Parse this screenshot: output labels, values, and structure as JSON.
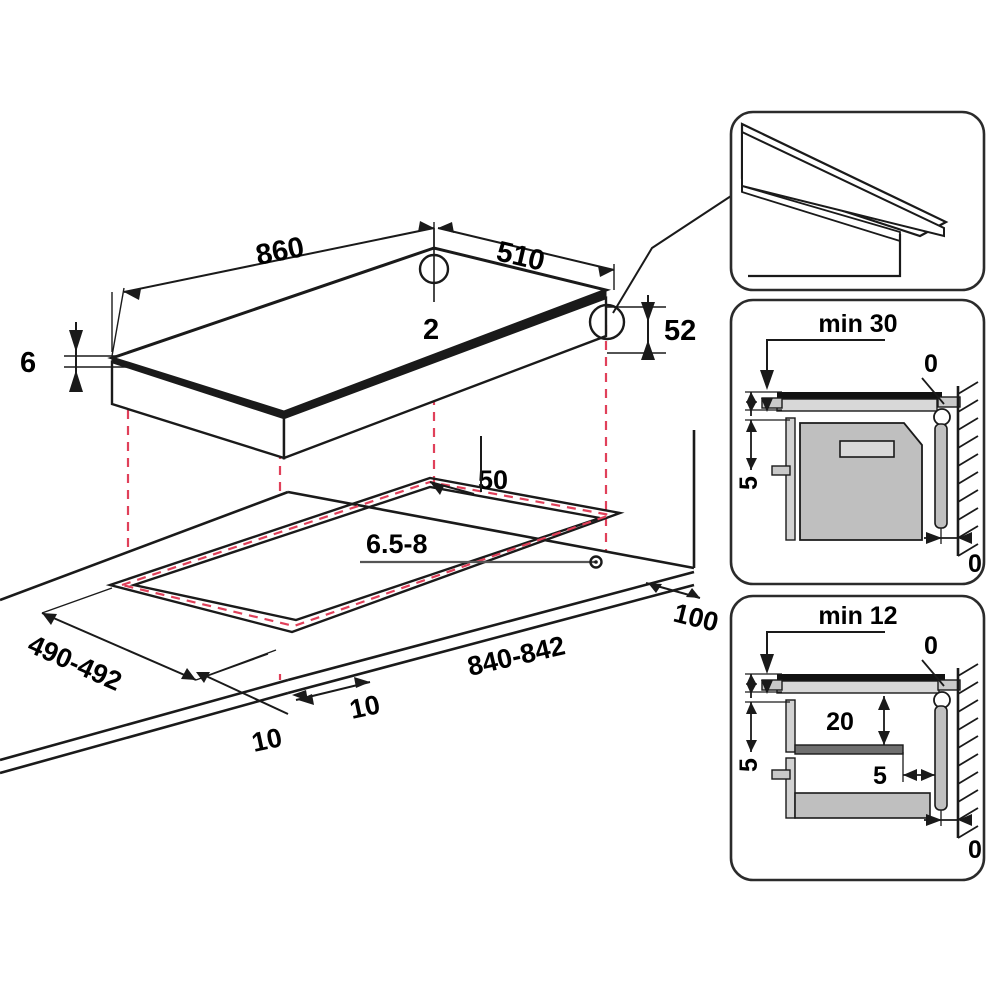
{
  "diagram": {
    "title": "Built-in hob installation dimension drawing",
    "units": "mm",
    "line_color": "#1a1a1a",
    "projection_color": "#e0405a",
    "fill_gray": "#bfbfbf",
    "fill_light": "#dcdcdc",
    "panel_border": "#2b2b2b"
  },
  "main_view": {
    "name": "hob-and-worktop-isometric",
    "hob": {
      "width_label": "860",
      "depth_label": "510",
      "thickness_label": "6",
      "corner_radius_label": "2",
      "front_edge_label": "52"
    },
    "worktop": {
      "cutout_width_label": "840-842",
      "cutout_depth_label": "490-492",
      "corner_radius_label": "50",
      "worktop_thickness_label": "6.5-8",
      "rear_gap_label": "100",
      "margin_left_label": "10",
      "margin_front_label": "10"
    }
  },
  "detail_panels": [
    {
      "id": "corner-detail",
      "name": "hob-corner-edge-detail",
      "labels": []
    },
    {
      "id": "min30",
      "name": "installation-over-oven",
      "title": "min 30",
      "labels": {
        "gap_top": "0",
        "gap_bottom": "0",
        "side_clearance": "5"
      }
    },
    {
      "id": "min12",
      "name": "installation-over-drawer",
      "title": "min 12",
      "labels": {
        "gap_top": "0",
        "gap_bottom": "0",
        "side_clearance": "5",
        "drawer_gap": "20",
        "rear_clearance": "5"
      }
    }
  ]
}
